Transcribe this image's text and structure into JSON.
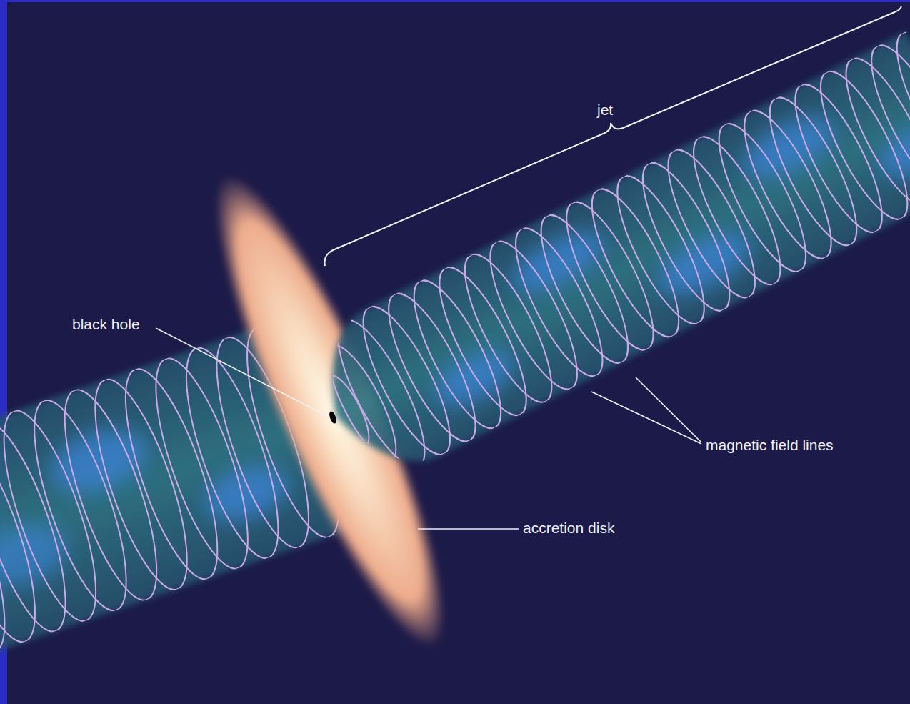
{
  "diagram": {
    "labels": [
      "jet",
      "black hole",
      "magnetic field lines",
      "accretion disk"
    ]
  }
}
